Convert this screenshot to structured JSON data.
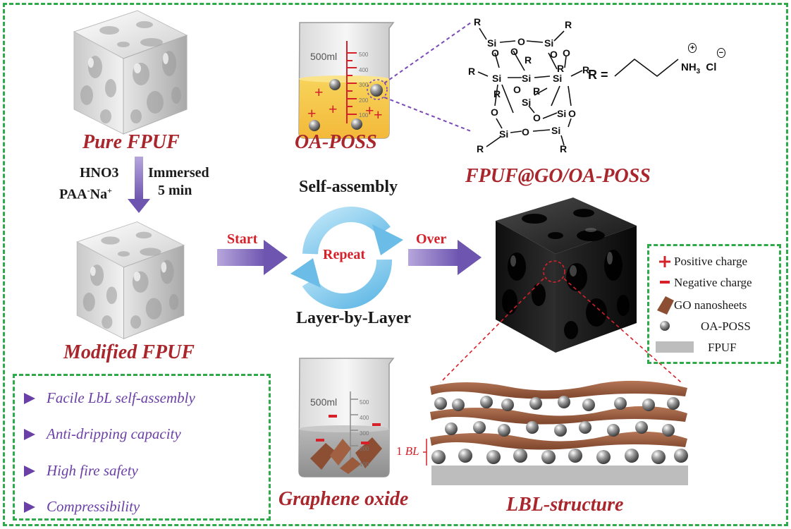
{
  "titles": {
    "pure": "Pure FPUF",
    "oaposs": "OA-POSS",
    "modified": "Modified FPUF",
    "product": "FPUF@GO/OA-POSS",
    "graphene": "Graphene oxide",
    "lbl": "LBL-structure"
  },
  "treatment": {
    "chem1": "HNO3",
    "chem2_a": "PAA",
    "chem2_sup": "-",
    "chem2_b": "Na",
    "chem2_sup2": "+",
    "step1": "Immersed",
    "step2": "5 min"
  },
  "cycle": {
    "top": "Self-assembly",
    "center": "Repeat",
    "bottom": "Layer-by-Layer",
    "start": "Start",
    "over": "Over"
  },
  "beaker": {
    "volume": "500ml",
    "ticks": [
      "500",
      "400",
      "300",
      "200",
      "100"
    ]
  },
  "molecule": {
    "r_eq": "R =",
    "si": "Si",
    "o": "O",
    "r": "R",
    "nh3": "NH",
    "nh3_sub": "3",
    "cl": "Cl",
    "plus": "+",
    "minus": "−"
  },
  "features": [
    "Facile LbL self-assembly",
    "Anti-dripping capacity",
    "High fire safety",
    "Compressibility"
  ],
  "legend": [
    {
      "label": "Positive charge"
    },
    {
      "label": "Negative charge"
    },
    {
      "label": "GO nanosheets"
    },
    {
      "label": "OA-POSS"
    },
    {
      "label": "FPUF"
    }
  ],
  "bl_label_num": "1",
  "bl_label_unit": "BL",
  "colors": {
    "frame": "#2eaa4a",
    "title": "#a8262c",
    "arrow": "#7a63b8",
    "feature": "#6a3fa6",
    "charge": "#d6202a",
    "go": "#9a5a3c",
    "foam_dark": "#1b1b1b",
    "cycle": "#7cc6ea"
  }
}
